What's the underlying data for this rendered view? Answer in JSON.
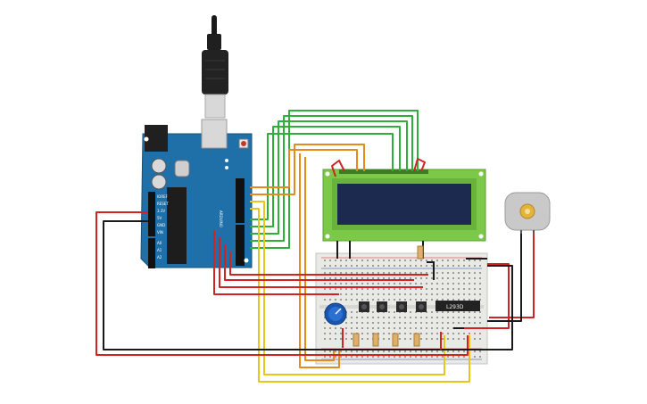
{
  "colors": {
    "wire_red": "#d22323",
    "wire_black": "#1a1a1a",
    "wire_green": "#2fae3c",
    "wire_orange": "#e78a1c",
    "wire_yellow": "#e8c61e",
    "arduino_board": "#1f6fa8",
    "lcd_pcb": "#7cc94a",
    "lcd_screen": "#1b2a4e",
    "breadboard": "#e9e9e6",
    "potentiometer": "#1a56b0",
    "motor_body": "#c9c9c9",
    "motor_hub": "#e4b43a"
  },
  "components": {
    "arduino": {
      "model": "Arduino Uno",
      "icon": "arduino-uno-board"
    },
    "usb_cable": {
      "icon": "usb-cable"
    },
    "lcd": {
      "icon": "lcd-16x2"
    },
    "breadboard": {
      "icon": "breadboard"
    },
    "potentiometer": {
      "icon": "potentiometer-knob"
    },
    "buttons": {
      "count": 4,
      "icon": "push-button"
    },
    "resistors": {
      "count": 5,
      "icon": "resistor"
    },
    "driver_ic": {
      "label": "L293D",
      "icon": "ic-chip"
    },
    "motor": {
      "icon": "dc-motor"
    }
  }
}
